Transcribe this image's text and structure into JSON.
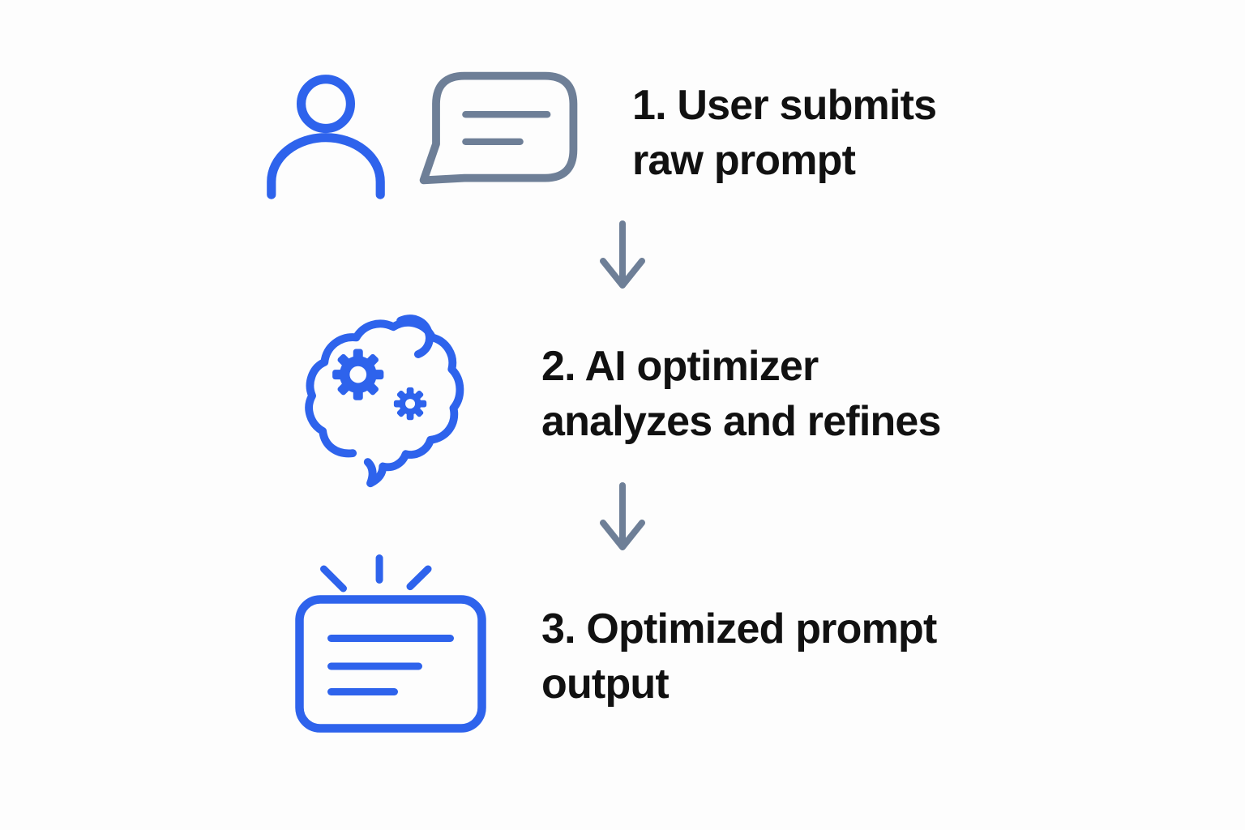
{
  "colors": {
    "icon_blue": "#2E63EC",
    "icon_slate": "#6E7F97",
    "text": "#111111",
    "background": "#FDFDFD"
  },
  "diagram": {
    "type": "vertical-flow",
    "steps": [
      {
        "number": "1",
        "line1": "1. User submits",
        "line2": "raw prompt",
        "icons": [
          "user-icon",
          "speech-bubble-icon"
        ]
      },
      {
        "number": "2",
        "line1": "2. AI optimizer",
        "line2": "analyzes and refines",
        "icons": [
          "brain-gears-icon"
        ]
      },
      {
        "number": "3",
        "line1": "3. Optimized prompt",
        "line2": "output",
        "icons": [
          "sparkle-card-icon"
        ]
      }
    ],
    "connectors": [
      "down-arrow",
      "down-arrow"
    ]
  }
}
